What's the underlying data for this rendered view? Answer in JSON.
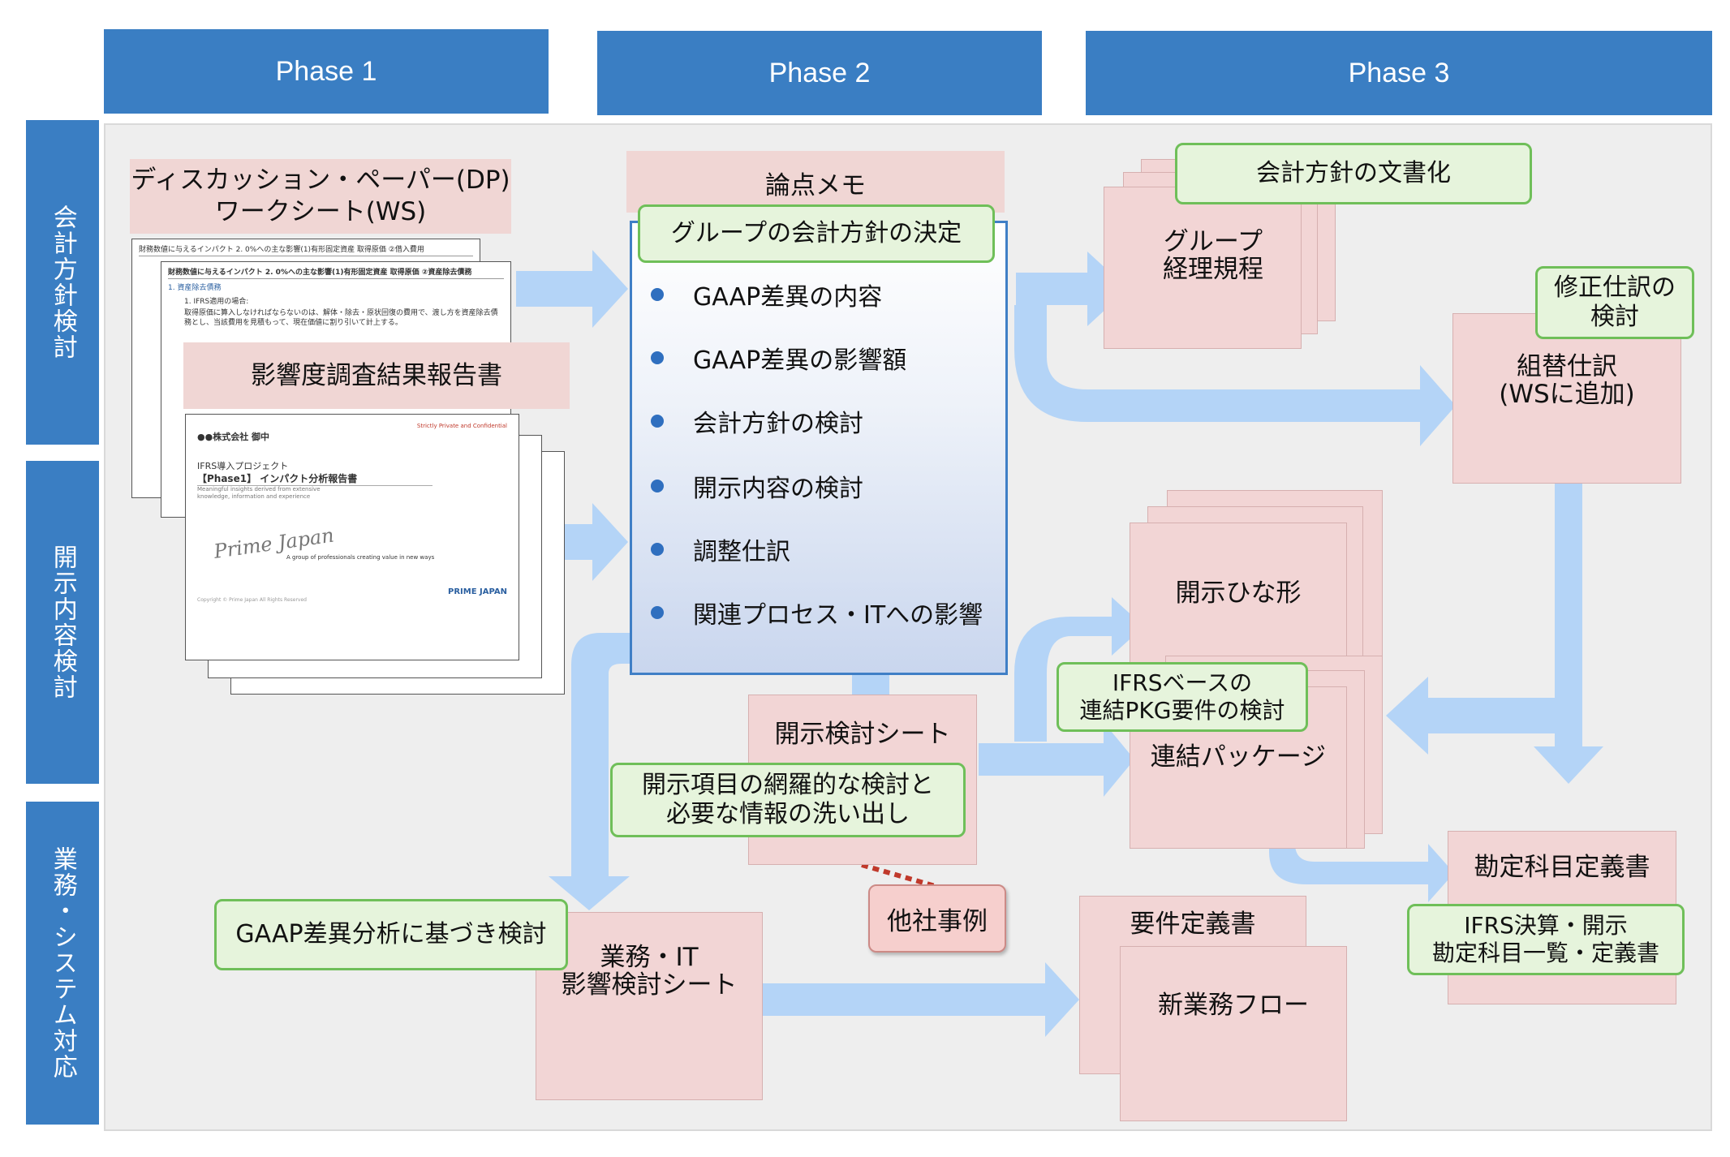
{
  "phases": [
    "Phase 1",
    "Phase 2",
    "Phase 3"
  ],
  "rows": [
    "会計方針検討",
    "開示内容検討",
    "業務・システム対応"
  ],
  "phase1": {
    "dp_ws_line1": "ディスカッション・ペーパー(DP)",
    "dp_ws_line2": "ワークシート(WS)",
    "impact_report": "影響度調査結果報告書",
    "ws_doc_title_a": "財務数値に与えるインパクト 2. 0%への主な影響(1)有形固定資産 取得原価 ②借入費用",
    "ws_doc_title_b": "財務数値に与えるインパクト 2. 0%への主な影響(1)有形固定資産 取得原価 ②資産除去債務",
    "ws_doc_item": "1. 資産除去債務",
    "ws_doc_sub": "1. IFRS適用の場合:",
    "ws_doc_body": "取得原価に算入しなければならないのは、解体・除去・原状回復の費用で、渡し方を資産除去債務とし、当該費用を見積もって、現在価値に割り引いて計上する。",
    "report_addressee": "●●株式会社 御中",
    "report_confidential": "Strictly Private and Confidential",
    "report_project": "IFRS導入プロジェクト",
    "report_title": "【Phase1】 インパクト分析報告書",
    "report_tagline": "Meaningful insights derived from extensive knowledge, information and experience",
    "report_logo_script": "Prime Japan",
    "report_logo_tagline": "A group of professionals creating value in new ways",
    "report_brand": "PRIME JAPAN",
    "report_footer": "Copyright © Prime Japan All Rights Reserved"
  },
  "phase2": {
    "memo_header": "論点メモ",
    "group_policy": "グループの会計方針の決定",
    "bullets": [
      "GAAP差異の内容",
      "GAAP差異の影響額",
      "会計方針の検討",
      "開示内容の検討",
      "調整仕訳",
      "関連プロセス・ITへの影響"
    ],
    "disclosure_sheet": "開示検討シート",
    "disclosure_note_line1": "開示項目の網羅的な検討と",
    "disclosure_note_line2": "必要な情報の洗い出し",
    "other_cases": "他社事例",
    "gaap_based": "GAAP差異分析に基づき検討",
    "impact_sheet_line1": "業務・IT",
    "impact_sheet_line2": "影響検討シート"
  },
  "phase3": {
    "policy_doc": "会計方針の文書化",
    "group_rules_line1": "グループ",
    "group_rules_line2": "経理規程",
    "fix_entry_line1": "修正仕訳の",
    "fix_entry_line2": "検討",
    "reclass_line1": "組替仕訳",
    "reclass_line2": "(WSに追加)",
    "disclosure_template": "開示ひな形",
    "ifrs_pkg_line1": "IFRSベースの",
    "ifrs_pkg_line2": "連結PKG要件の検討",
    "consolidation_package": "連結パッケージ",
    "account_def": "勘定科目定義書",
    "ifrs_accounts_line1": "IFRS決算・開示",
    "ifrs_accounts_line2": "勘定科目一覧・定義書",
    "requirements": "要件定義書",
    "new_flow": "新業務フロー"
  },
  "colors": {
    "header_blue": "#3a7ec3",
    "arrow_blue": "#b4d4f7",
    "doc_pink": "#f2d5d5",
    "note_green": "#e6f4dc",
    "panel_grey": "#eeeeee"
  }
}
